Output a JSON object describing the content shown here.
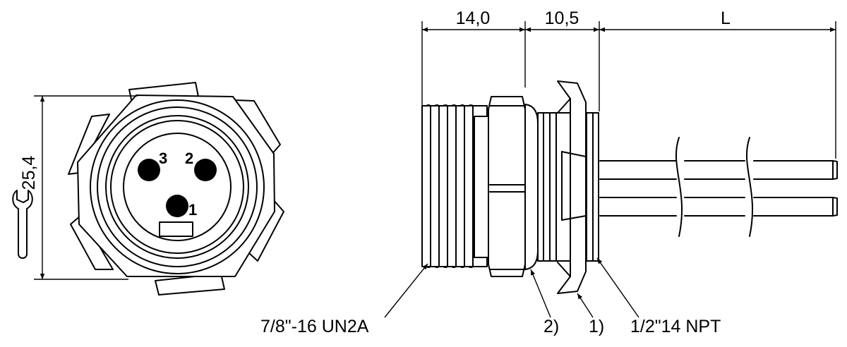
{
  "dimensions": {
    "width_14": "14,0",
    "width_105": "10,5",
    "length": "L",
    "height_254": "25,4"
  },
  "pins": {
    "pin1": "1",
    "pin2": "2",
    "pin3": "3"
  },
  "callouts": {
    "thread_un": "7/8\"-16 UN2A",
    "item2": "2)",
    "item1": "1)",
    "thread_npt": "1/2\"14 NPT"
  },
  "icons": {
    "wrench": "wrench-icon"
  }
}
